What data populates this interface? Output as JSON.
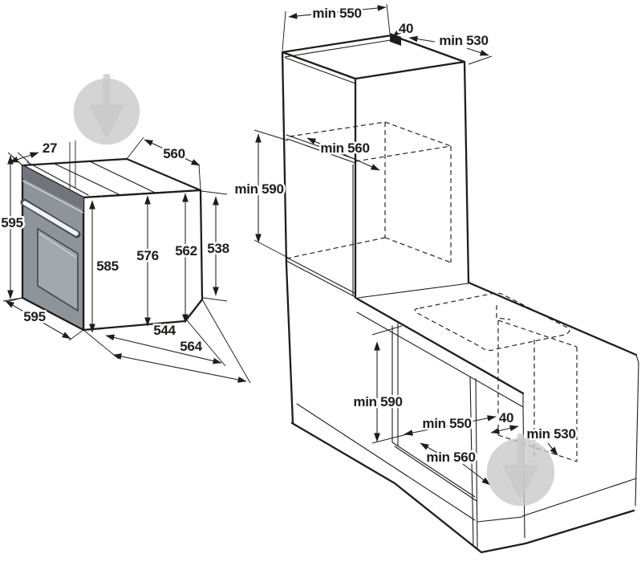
{
  "meta": {
    "title": "Built-in oven installation dimensions diagram",
    "units": "mm"
  },
  "labels": {
    "oven": {
      "door_protrusion": "27",
      "top_depth": "560",
      "height": "595",
      "depth_front": "585",
      "depth_mid": "576",
      "depth_rear": "562",
      "depth_back": "538",
      "width": "595",
      "body_depth": "544",
      "total_depth": "564"
    },
    "column_unit": {
      "top_depth": "min 550",
      "rear_gap": "40",
      "lower_depth": "min 530",
      "niche_depth": "min 560",
      "niche_height": "min 590"
    },
    "base_unit": {
      "niche_height": "min 590",
      "top_depth": "min 550",
      "rear_gap": "40",
      "lower_depth": "min 530",
      "niche_depth": "min 560"
    }
  },
  "colors": {
    "line": "#1d1d1b",
    "door_face": "#8e949b",
    "door_strip": "#6e757d",
    "door_window": "#a3a8ae",
    "watermark": "#c8c8c8"
  }
}
